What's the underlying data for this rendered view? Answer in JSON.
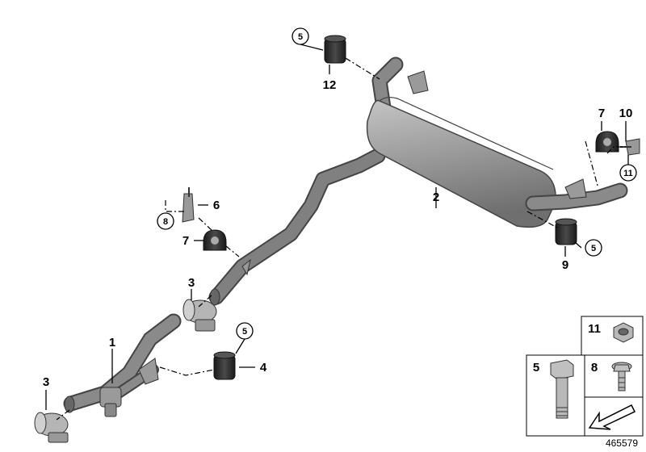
{
  "labels": {
    "p1": "1",
    "p2": "2",
    "p3a": "3",
    "p3b": "3",
    "p4": "4",
    "c5a": "5",
    "c5b": "5",
    "c5c": "5",
    "p6": "6",
    "p7a": "7",
    "p7b": "7",
    "c8": "8",
    "p9": "9",
    "p10": "10",
    "c11": "11",
    "p12": "12"
  },
  "legend": {
    "k11": "11",
    "k5": "5",
    "k8": "8"
  },
  "reference_number": "465579",
  "colors": {
    "pipe": "#7d7d7d",
    "pipe_dark": "#555555",
    "muffler": "#9a9a9a",
    "rubber": "#2b2b2b"
  }
}
